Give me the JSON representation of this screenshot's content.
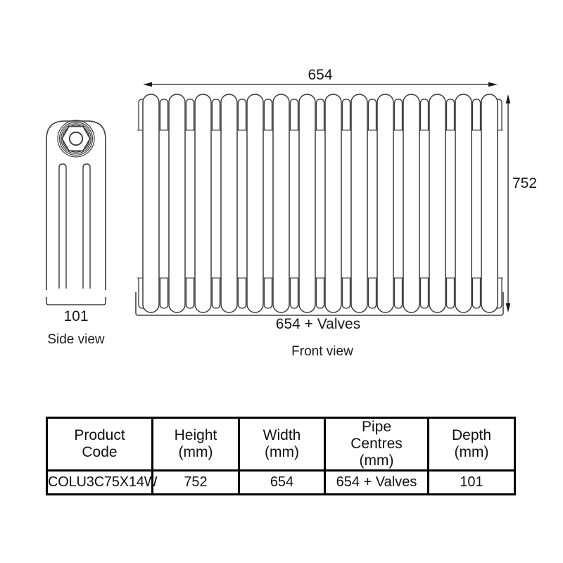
{
  "page": {
    "background": "#ffffff",
    "line_color": "#3a3a3a",
    "dim_color": "#1a1a1a"
  },
  "side_view": {
    "caption": "Side view",
    "depth_label": "101"
  },
  "front_view": {
    "caption": "Front view",
    "width_label": "654",
    "height_label": "752",
    "pipe_centres_label": "654 + Valves",
    "sections": 14
  },
  "spec_table": {
    "columns": [
      {
        "lines": [
          "Product",
          "Code"
        ]
      },
      {
        "lines": [
          "Height",
          "(mm)"
        ]
      },
      {
        "lines": [
          "Width",
          "(mm)"
        ]
      },
      {
        "lines": [
          "Pipe",
          "Centres",
          "(mm)"
        ]
      },
      {
        "lines": [
          "Depth",
          "(mm)"
        ]
      }
    ],
    "row": [
      "COLU3C75X14W",
      "752",
      "654",
      "654 + Valves",
      "101"
    ]
  }
}
